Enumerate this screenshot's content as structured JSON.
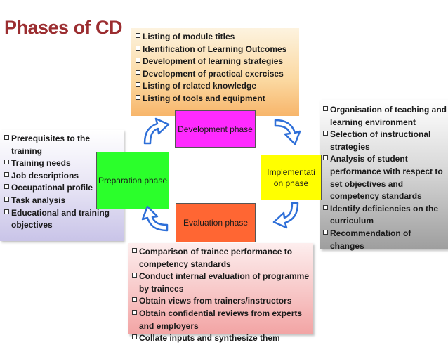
{
  "title": "Phases of CD",
  "phases": {
    "development": "Development phase",
    "preparation": "Preparation phase",
    "implementation": "Implementati on phase",
    "evaluation": "Evaluation phase"
  },
  "development_items": [
    "Listing of module titles",
    "Identification of Learning Outcomes",
    "Development of learning strategies",
    "Development of practical exercises",
    "Listing of related knowledge",
    "Listing of tools and equipment"
  ],
  "preparation_items": [
    "Prerequisites to the training",
    "Training needs",
    "Job descriptions",
    "Occupational profile",
    "Task analysis",
    "Educational and training objectives"
  ],
  "implementation_items": [
    "Organisation of teaching and learning environment",
    "Selection of instructional strategies",
    "Analysis of student performance with respect to set objectives and competency standards",
    "Identify deficiencies on the curriculum",
    "Recommendation of changes"
  ],
  "evaluation_items": [
    "Comparison of trainee performance to competency standards",
    "Conduct internal evaluation of programme by trainees",
    "Obtain views from trainers/instructors",
    "Obtain confidential reviews from experts and employers",
    "Collate inputs and synthesize them"
  ],
  "colors": {
    "title": "#9b2d30",
    "development": "#ff2aff",
    "preparation": "#2bff2b",
    "implementation": "#ffff00",
    "evaluation": "#ff6633",
    "arrow": "#2e6fd8"
  },
  "icons": [
    "checkbox-bullet-icon",
    "curved-arrow-icon"
  ]
}
